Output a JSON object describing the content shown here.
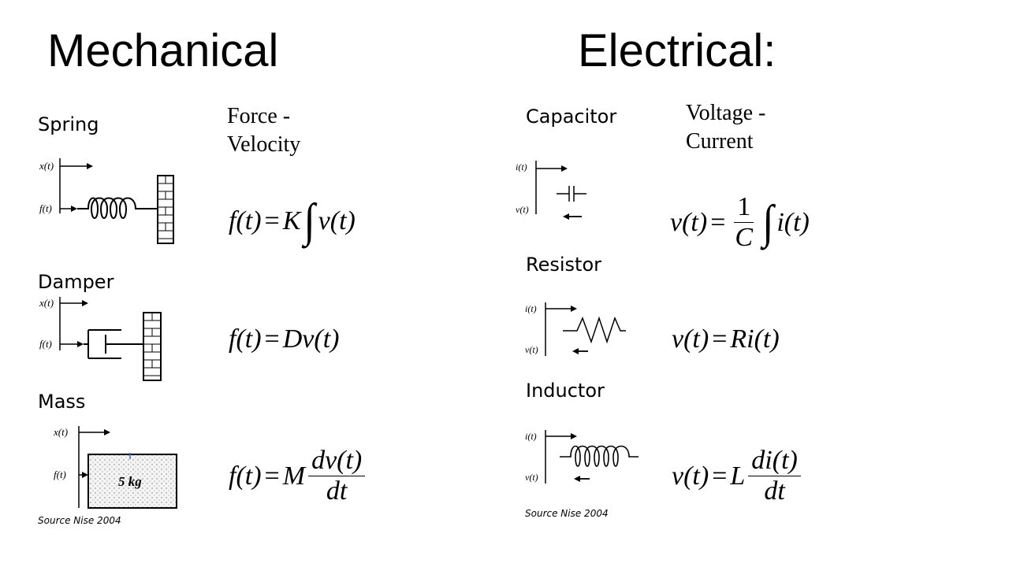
{
  "titles": {
    "mechanical": "Mechanical",
    "electrical": "Electrical:"
  },
  "mechanical": {
    "header": {
      "line1": "Force -",
      "line2": "Velocity"
    },
    "spring": {
      "label": "Spring",
      "x_label": "x(t)",
      "f_label": "f(t)",
      "equation": "f(t) = K ∫ v(t)"
    },
    "damper": {
      "label": "Damper",
      "x_label": "x(t)",
      "f_label": "f(t)",
      "equation": "f(t) = Dv(t)"
    },
    "mass": {
      "label": "Mass",
      "x_label": "x(t)",
      "f_label": "f(t)",
      "box_text": "5 kg",
      "equation": "f(t) = M dv(t)/dt"
    },
    "source": "Source Nise 2004"
  },
  "electrical": {
    "header": {
      "line1": "Voltage -",
      "line2": "Current"
    },
    "capacitor": {
      "label": "Capacitor",
      "i_label": "i(t)",
      "v_label": "v(t)",
      "equation": "v(t) = 1/C ∫ i(t)"
    },
    "resistor": {
      "label": "Resistor",
      "i_label": "i(t)",
      "v_label": "v(t)",
      "equation": "v(t) = Ri(t)"
    },
    "inductor": {
      "label": "Inductor",
      "i_label": "i(t)",
      "v_label": "v(t)",
      "equation": "v(t) = L di(t)/dt"
    },
    "source": "Source Nise 2004"
  },
  "equations": {
    "spring": {
      "lhs": "f(t)",
      "eq": "=",
      "k": "K",
      "int": "∫",
      "rhs": "v(t)"
    },
    "damper": {
      "lhs": "f(t)",
      "eq": "=",
      "rhs": "Dv(t)"
    },
    "mass": {
      "lhs": "f(t)",
      "eq": "=",
      "m": "M",
      "num": "dv(t)",
      "den": "dt"
    },
    "capacitor": {
      "lhs": "v(t)",
      "eq": "=",
      "num": "1",
      "den": "C",
      "int": "∫",
      "rhs": "i(t)"
    },
    "resistor": {
      "lhs": "v(t)",
      "eq": "=",
      "rhs": "Ri(t)"
    },
    "inductor": {
      "lhs": "v(t)",
      "eq": "=",
      "l": "L",
      "num": "di(t)",
      "den": "dt"
    }
  }
}
